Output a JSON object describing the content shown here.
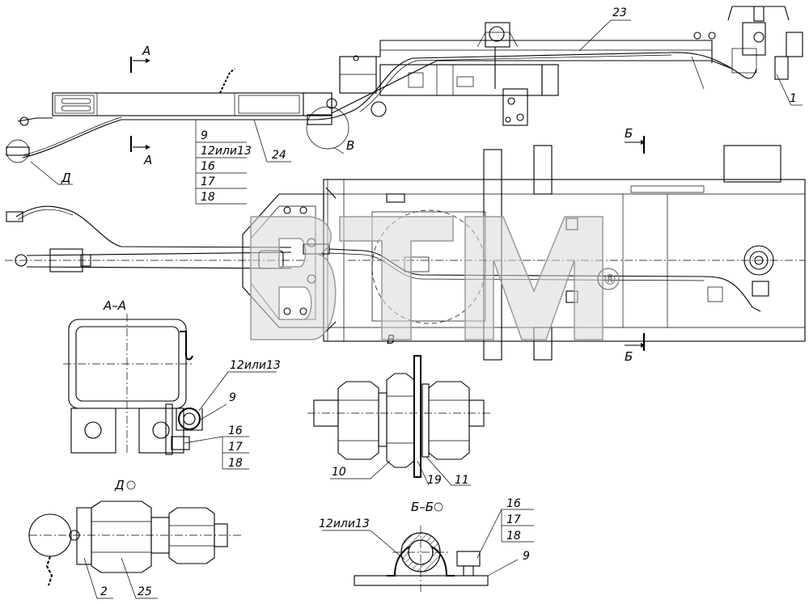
{
  "callouts": {
    "chassis": {
      "p23": "23",
      "p1": "1",
      "p9": "9",
      "p12or13": "12или13",
      "p16": "16",
      "p17": "17",
      "p18": "18",
      "p24": "24"
    },
    "view_markers": {
      "a_top": "А",
      "a_bottom": "А",
      "b_top": "Б",
      "b_bottom": "Б",
      "ref_v": "В",
      "ref_d": "Д"
    }
  },
  "section_aa": {
    "title": "А–А",
    "p12or13": "12или13",
    "p9": "9",
    "p16": "16",
    "p17": "17",
    "p18": "18"
  },
  "view_v": {
    "title": "В",
    "p10": "10",
    "p19": "19",
    "p11": "11"
  },
  "view_d": {
    "title": "Д",
    "p2": "2",
    "p25": "25"
  },
  "section_bb": {
    "title": "Б–Б",
    "p12or13": "12или13",
    "p16": "16",
    "p17": "17",
    "p18": "18",
    "p9": "9"
  },
  "watermark": {
    "text": "BTM",
    "registered_mark": "®"
  }
}
